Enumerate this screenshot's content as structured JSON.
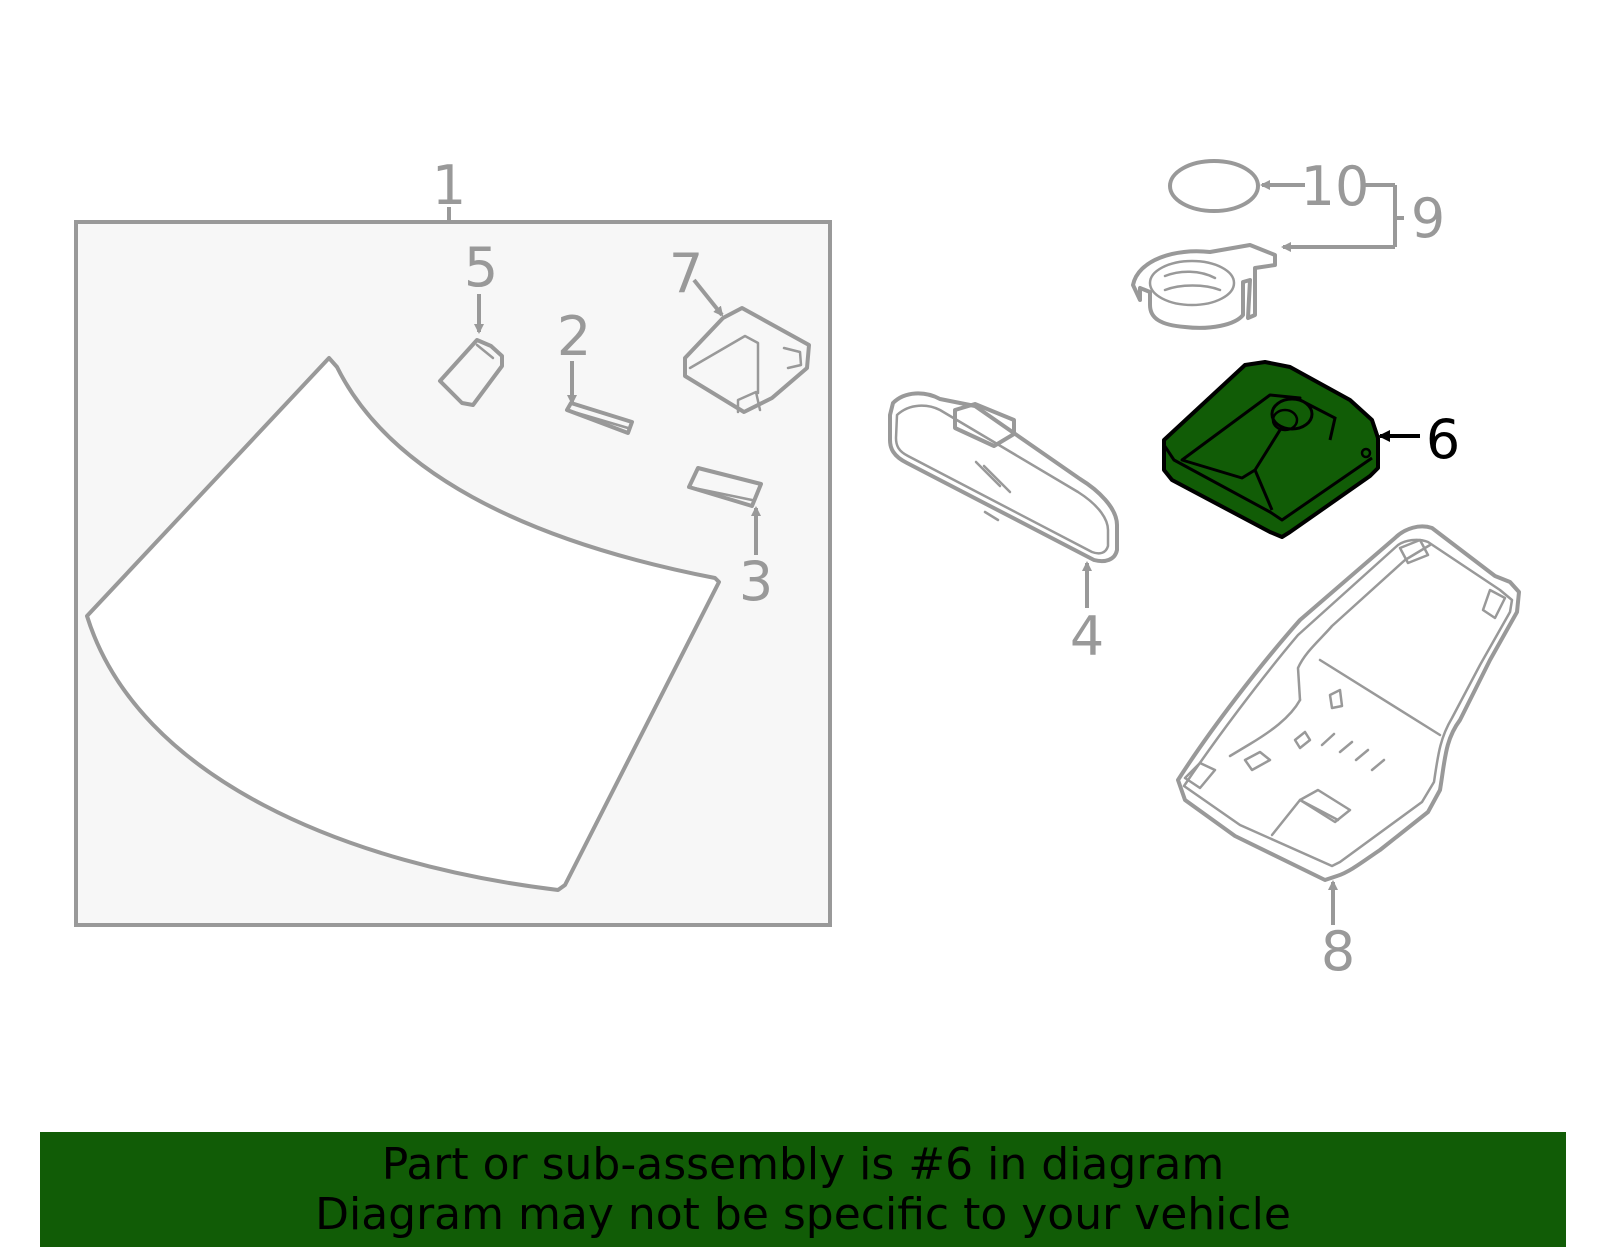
{
  "colors": {
    "accent_green": "#115c06",
    "part_stroke": "#999999",
    "highlight_text": "#000000",
    "panel_fill": "#f7f7f7"
  },
  "callouts": {
    "c1": "1",
    "c2": "2",
    "c3": "3",
    "c4": "4",
    "c5": "5",
    "c6": "6",
    "c7": "7",
    "c8": "8",
    "c9": "9",
    "c10": "10"
  },
  "highlighted_part": "6",
  "banner": {
    "line1": "Part or sub-assembly is #6 in diagram",
    "line2": "Diagram may not be specific to your vehicle"
  }
}
